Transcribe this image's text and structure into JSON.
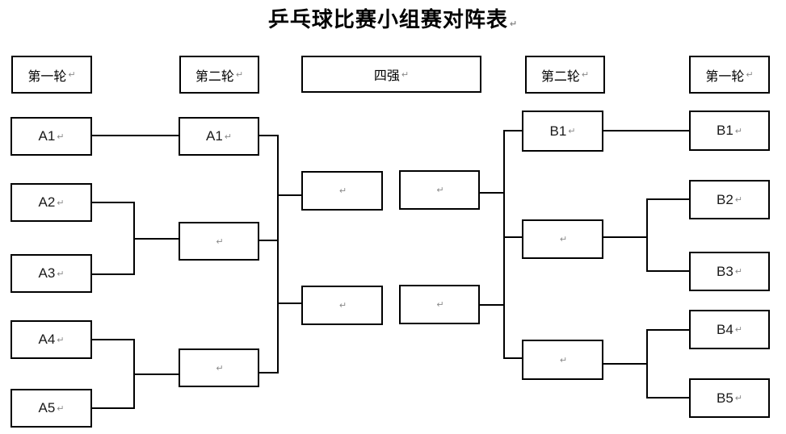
{
  "title": {
    "text": "乒乓球比赛小组赛对阵表"
  },
  "marks": {
    "return_mark": "↵"
  },
  "headers": {
    "left_round1": "第一轮",
    "left_round2": "第二轮",
    "semifinal": "四强",
    "right_round2": "第二轮",
    "right_round1": "第一轮"
  },
  "left_bracket": {
    "round1": [
      "A1",
      "A2",
      "A3",
      "A4",
      "A5"
    ],
    "round2": [
      "A1",
      "",
      ""
    ]
  },
  "semifinals": [
    "",
    "",
    "",
    ""
  ],
  "right_bracket": {
    "round2": [
      "B1",
      "",
      ""
    ],
    "round1": [
      "B1",
      "B2",
      "B3",
      "B4",
      "B5"
    ]
  },
  "colors": {
    "border": "#000000",
    "text": "#1a1a1a",
    "mark": "#8a8a8a",
    "background": "#ffffff"
  }
}
